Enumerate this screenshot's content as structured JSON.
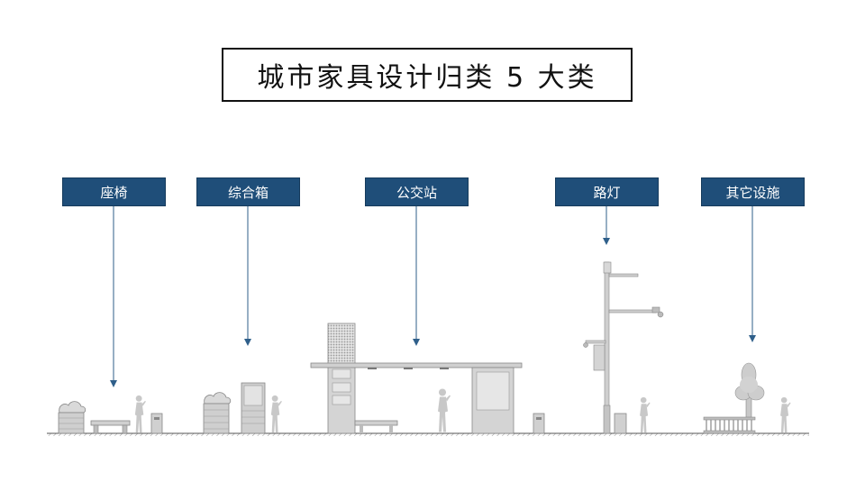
{
  "title": "城市家具设计归类 5 大类",
  "categories": [
    {
      "label": "座椅"
    },
    {
      "label": "综合箱"
    },
    {
      "label": "公交站"
    },
    {
      "label": "路灯"
    },
    {
      "label": "其它设施"
    }
  ],
  "colors": {
    "label_bg": "#1f4e79",
    "arrow": "#2f5f8a",
    "furniture": "#bdbdbd",
    "figure": "#c8c8c8"
  }
}
